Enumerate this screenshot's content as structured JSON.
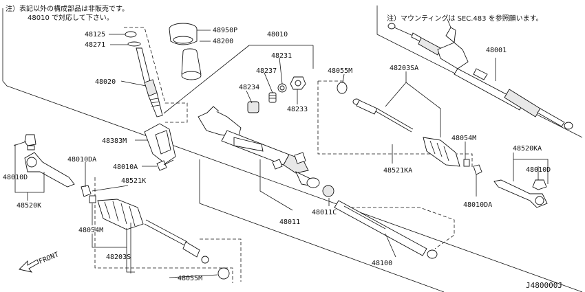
{
  "notes": {
    "left_line1": "注）表記以外の構成部品は非販売です。",
    "left_line2": "48010 で対応して下さい。",
    "right": "注）マウンティングは SEC.483 を参照願います。"
  },
  "front_label": "FRONT",
  "diagram_ref": "J480000J",
  "labels": {
    "p48125": "48125",
    "p48271": "48271",
    "p48950P": "48950P",
    "p48200": "48200",
    "p48010": "48010",
    "p48231": "48231",
    "p48237": "48237",
    "p48234": "48234",
    "p48233": "48233",
    "p48020": "48020",
    "p48055M_top": "48055M",
    "p48203SA": "48203SA",
    "p48001": "48001",
    "p48383M": "48383M",
    "p48010A": "48010A",
    "p48010DA_left": "48010DA",
    "p48521K": "48521K",
    "p48010D_left": "48010D",
    "p48520K": "48520K",
    "p48054M_right": "48054M",
    "p48520KA": "48520KA",
    "p48010D_right": "48010D",
    "p48521KA": "48521KA",
    "p48010DA_right": "48010DA",
    "p48011": "48011",
    "p48011C": "48011C",
    "p48100": "48100",
    "p48054M_left": "48054M",
    "p48203S": "48203S",
    "p48055M_bottom": "48055M"
  }
}
